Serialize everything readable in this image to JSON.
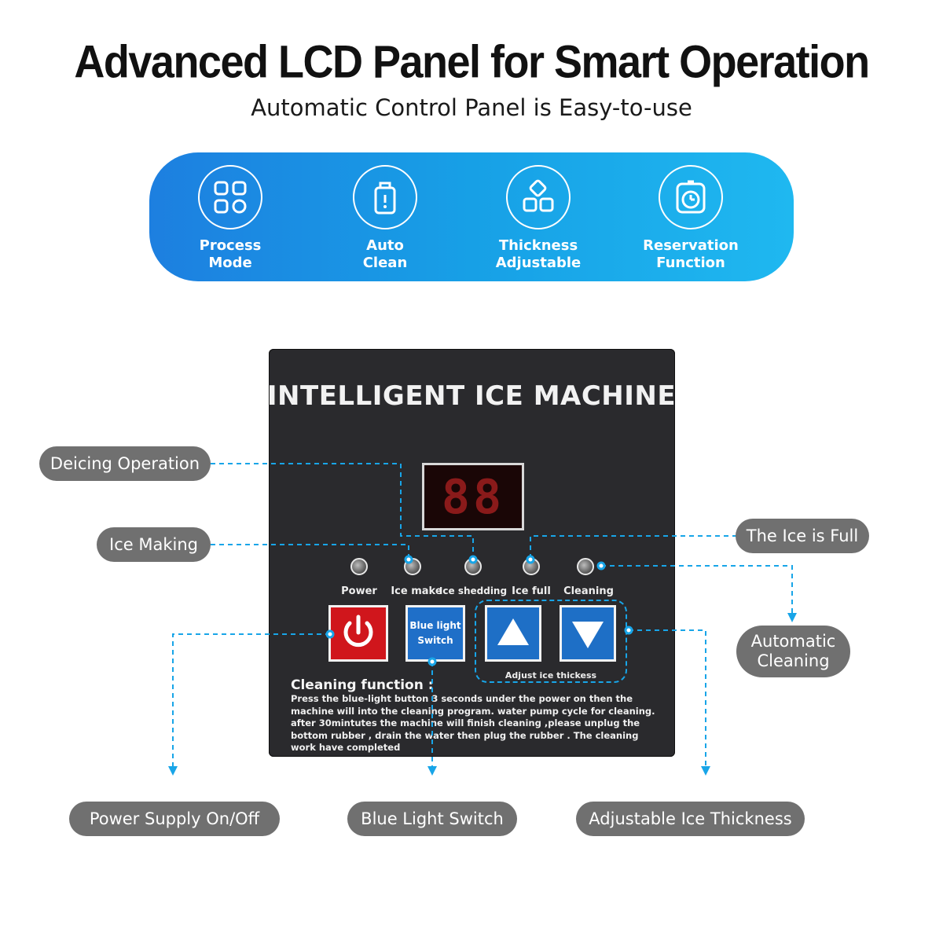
{
  "header": {
    "title": "Advanced LCD Panel for Smart Operation",
    "subtitle": "Automatic Control Panel is Easy-to-use"
  },
  "features": [
    {
      "label": "Process\nMode",
      "icon": "grid-icon"
    },
    {
      "label": "Auto\nClean",
      "icon": "bottle-icon"
    },
    {
      "label": "Thickness\nAdjustable",
      "icon": "ice-cubes-icon"
    },
    {
      "label": "Reservation\nFunction",
      "icon": "timer-icon"
    }
  ],
  "panel": {
    "title": "INTELLIGENT ICE MACHINE",
    "display": "88",
    "indicators": [
      "Power",
      "Ice make",
      "Ice shedding",
      "Ice full",
      "Cleaning"
    ],
    "blue_key_label": "Blue light\nSwitch",
    "thickness_label": "Adjust ice thickess",
    "cleaning_title": "Cleaning function :",
    "cleaning_text": "Press the blue-light button 3 seconds under the power on then the machine will into the cleaning program. water pump cycle for cleaning. after 30mintutes the machine will finish cleaning ,please unplug the bottom rubber , drain the water then plug the rubber . The cleaning work have completed"
  },
  "callouts": {
    "deicing": "Deicing Operation",
    "ice_making": "Ice Making",
    "ice_full": "The Ice is Full",
    "auto_cleaning": "Automatic\nCleaning",
    "power_supply": "Power Supply On/Off",
    "blue_light": "Blue Light Switch",
    "adjustable_thickness": "Adjustable Ice Thickness"
  },
  "colors": {
    "accent": "#18a5e8",
    "callout_bg": "#707070",
    "panel_bg": "#2a2a2d",
    "power_key": "#d0161c",
    "blue_key": "#1e6fc6"
  }
}
